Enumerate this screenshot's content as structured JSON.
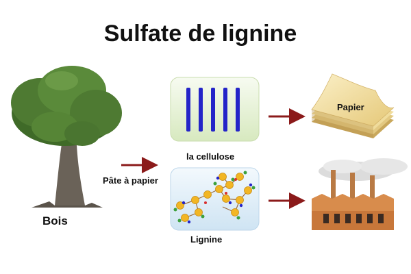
{
  "title": "Sulfate de lignine",
  "labels": {
    "wood": "Bois",
    "pulp": "Pâte à papier",
    "cellulose": "la cellulose",
    "lignin": "Lignine",
    "paper": "Papier"
  },
  "colors": {
    "arrow": "#8b1a1a",
    "cellulose_bar": "#2424c8",
    "cellulose_panel": "#e6f1d6",
    "lignin_panel": "#dfeef8",
    "lignin_node": "#f2b624",
    "paper": "#f3e1a6",
    "factory": "#d88c4c",
    "tree_foliage": "#4e7a32",
    "tree_trunk": "#6a6258"
  },
  "icons": [
    "tree-icon",
    "cellulose-icon",
    "lignin-molecule-icon",
    "paper-icon",
    "factory-icon"
  ]
}
